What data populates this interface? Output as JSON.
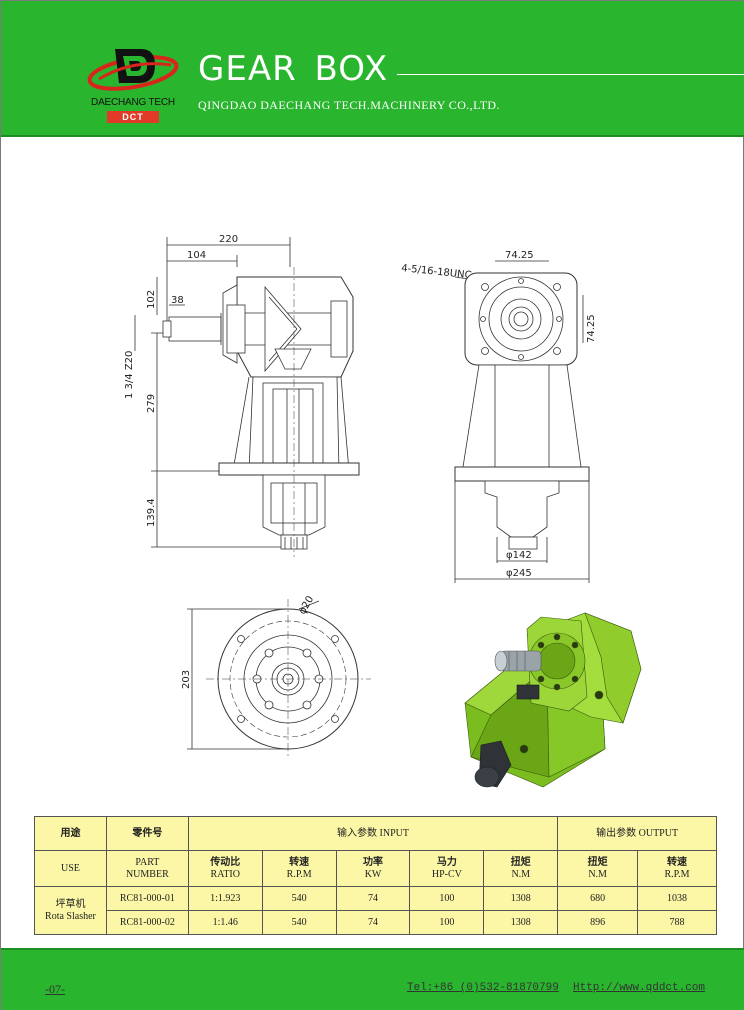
{
  "header": {
    "logo_name": "DAECHANG TECH",
    "logo_badge": "DCT",
    "title": "GEAR  BOX",
    "company": "QINGDAO DAECHANG TECH.MACHINERY CO.,LTD."
  },
  "drawing": {
    "dimensions": {
      "d220": "220",
      "d104": "104",
      "d102": "102",
      "d38": "38",
      "spline": "1 3/4 Z20",
      "d279": "279",
      "d139": "139.4",
      "d74a": "74.25",
      "d74b": "74.25",
      "thread": "4-5/16-18UNC",
      "phi142": "φ142",
      "phi245": "φ245",
      "phi20": "φ20",
      "d203": "203"
    }
  },
  "table": {
    "use_cn": "用途",
    "use_en": "USE",
    "part_cn": "零件号",
    "part_en_1": "PART",
    "part_en_2": "NUMBER",
    "input_title": "输入参数 INPUT",
    "output_title": "输出参数 OUTPUT",
    "cols": [
      {
        "cn": "传动比",
        "en": "RATIO"
      },
      {
        "cn": "转速",
        "en": "R.P.M"
      },
      {
        "cn": "功率",
        "en": "KW"
      },
      {
        "cn": "马力",
        "en": "HP-CV"
      },
      {
        "cn": "扭矩",
        "en": "N.M"
      },
      {
        "cn": "扭矩",
        "en": "N.M"
      },
      {
        "cn": "转速",
        "en": "R.P.M"
      }
    ],
    "use_value_cn": "坪草机",
    "use_value_en": "Rota Slasher",
    "rows": [
      {
        "part": "RC81-000-01",
        "ratio": "1:1.923",
        "rpm": "540",
        "kw": "74",
        "hp": "100",
        "nm": "1308",
        "out_nm": "680",
        "out_rpm": "1038"
      },
      {
        "part": "RC81-000-02",
        "ratio": "1:1.46",
        "rpm": "540",
        "kw": "74",
        "hp": "100",
        "nm": "1308",
        "out_nm": "896",
        "out_rpm": "788"
      }
    ]
  },
  "footer": {
    "page": "-07-",
    "tel": "Tel:+86  (0)532-81870799",
    "url": "Http://www.qddct.com"
  }
}
